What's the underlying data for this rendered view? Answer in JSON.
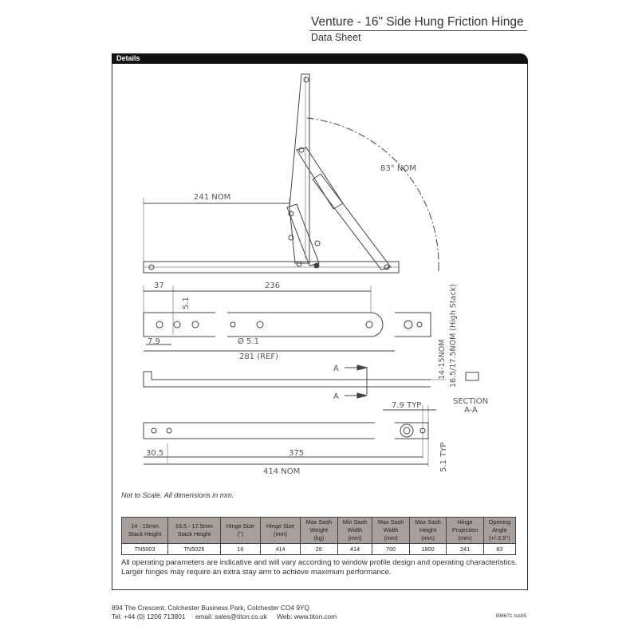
{
  "header": {
    "title": "Venture - 16\" Side Hung Friction Hinge",
    "subtitle": "Data Sheet"
  },
  "panel": {
    "title": "Details"
  },
  "drawing": {
    "dim_241": "241 NOM",
    "angle": "83° NOM",
    "dim_37": "37",
    "dim_236": "236",
    "dim_5_1": "5.1",
    "dim_7_9": "7.9",
    "dim_dia": "Ø 5.1",
    "dim_281": "281 (REF)",
    "section_a_top": "A",
    "section_a_bottom": "A",
    "stack_std": "14-15NOM",
    "stack_high": "16.5/17.5NOM (High Stack)",
    "section_title": "SECTION",
    "section_name": "A-A",
    "dim_7_9_typ": "7.9 TYP",
    "dim_30_5": "30.5",
    "dim_375": "375",
    "dim_414": "414 NOM",
    "dim_5_1_typ": "5.1 TYP"
  },
  "note": "Not to Scale. All dimensions in mm.",
  "table": {
    "headers": [
      [
        "14 - 15mm",
        "Stack Height"
      ],
      [
        "16.5 - 17.5mm",
        "Stack Height"
      ],
      [
        "Hinge Size",
        "(\")"
      ],
      [
        "Hinge Size",
        "(mm)"
      ],
      [
        "Max Sash",
        "Weight",
        "(kg)"
      ],
      [
        "Min Sash",
        "Width",
        "(mm)"
      ],
      [
        "Max Sash",
        "Width",
        "(mm)"
      ],
      [
        "Max Sash",
        "Height",
        "(mm)"
      ],
      [
        "Hinge",
        "Projection",
        "(mm)"
      ],
      [
        "Opening",
        "Angle",
        "(+/-2.5°)"
      ]
    ],
    "rows": [
      [
        "TN5003",
        "TN5026",
        "16",
        "414",
        "26",
        "414",
        "700",
        "1800",
        "241",
        "83"
      ]
    ]
  },
  "disclaimer": {
    "line1": "All operating parameters are indicative and will vary according to window profile design and operating characteristics.",
    "line2": "Larger hinges may require an extra stay arm to achieve maximum performance."
  },
  "footer": {
    "address": "894 The Crescent, Colchester Business Park, Colchester CO4 9YQ",
    "tel": "Tel: +44 (0) 1206 713801",
    "email": "email: sales@titon.co.uk",
    "web": "Web: www.titon.com",
    "docref": "BM671 Iss05"
  },
  "colors": {
    "table_header": "#a89e9c",
    "panel_header": "#111111"
  }
}
